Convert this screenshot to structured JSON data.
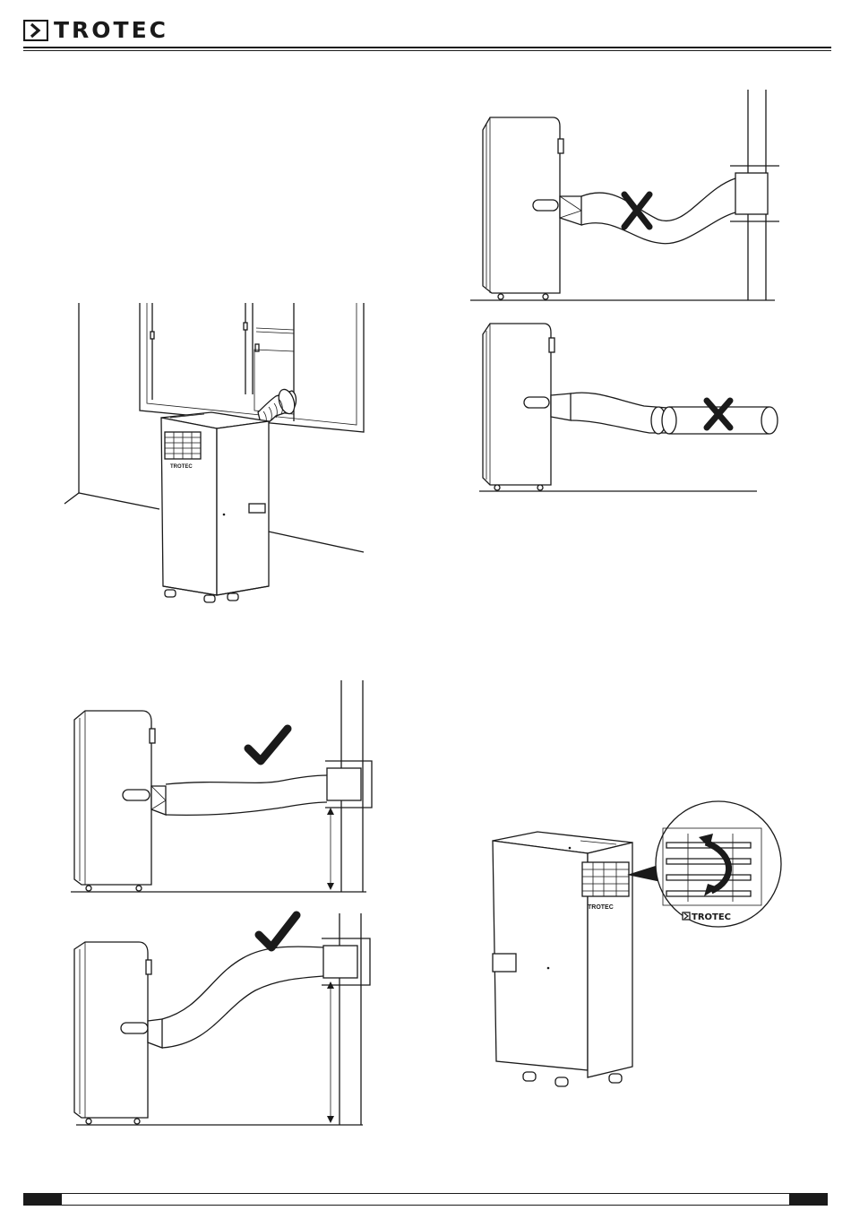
{
  "header": {
    "brand": "TROTEC"
  },
  "figures": {
    "window_install": {
      "logo": "TROTEC"
    },
    "louver_detail": {
      "logo": "TROTEC"
    }
  },
  "footer": {
    "page_text": ""
  }
}
